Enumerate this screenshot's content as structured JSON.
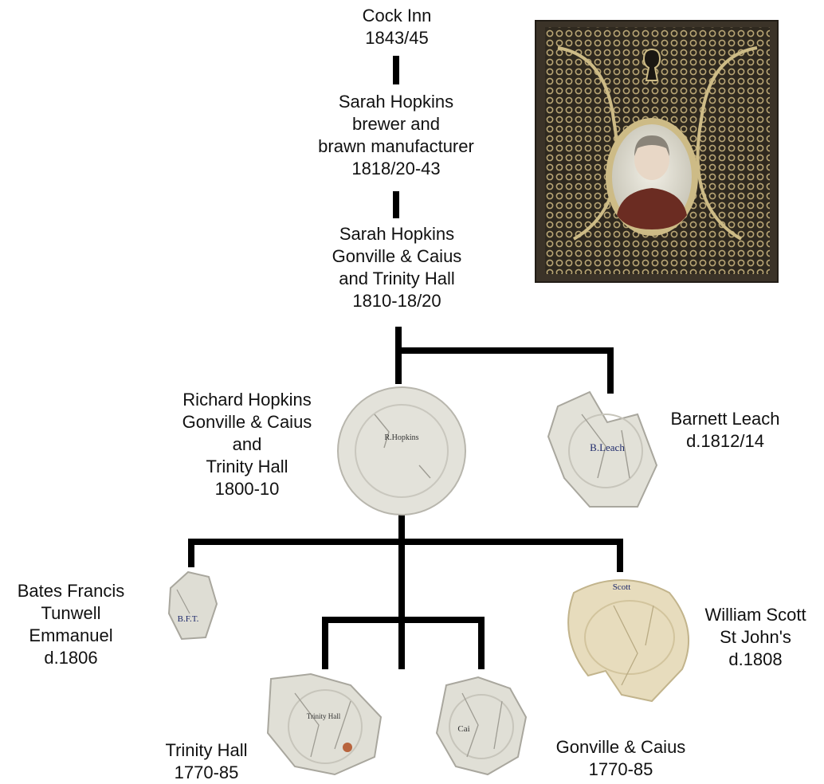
{
  "nodes": {
    "cock_inn": {
      "lines": [
        "Cock Inn",
        "1843/45"
      ]
    },
    "sarah_brewer": {
      "lines": [
        "Sarah Hopkins",
        "brewer and",
        "brawn manufacturer",
        "1818/20-43"
      ]
    },
    "sarah_caius": {
      "lines": [
        "Sarah Hopkins",
        "Gonville & Caius",
        "and Trinity Hall",
        "1810-18/20"
      ]
    },
    "richard": {
      "lines": [
        "Richard Hopkins",
        "Gonville & Caius",
        "and",
        "Trinity Hall",
        "1800-10"
      ]
    },
    "barnett": {
      "lines": [
        "Barnett Leach",
        "d.1812/14"
      ]
    },
    "bates": {
      "lines": [
        "Bates Francis",
        "Tunwell",
        "Emmanuel",
        "d.1806"
      ]
    },
    "scott": {
      "lines": [
        "William Scott",
        "St  John's",
        "d.1808"
      ]
    },
    "trinity": {
      "lines": [
        "Trinity Hall",
        "1770-85"
      ]
    },
    "caius": {
      "lines": [
        "Gonville & Caius",
        "1770-85"
      ]
    }
  },
  "plate_marks": {
    "richard": "R.Hopkins",
    "barnett": "B.Leach",
    "bates": "B.F.T.",
    "scott": "Scott",
    "trinity": "Trinity Hall",
    "caius": "Cai"
  },
  "colors": {
    "connector": "#000000",
    "plate_white": "#e3e2da",
    "plate_cream": "#e7dcbd",
    "portrait_frame": "#3b3328",
    "portrait_gold": "#bfae7a",
    "ink_blue": "#1f2a6b"
  }
}
